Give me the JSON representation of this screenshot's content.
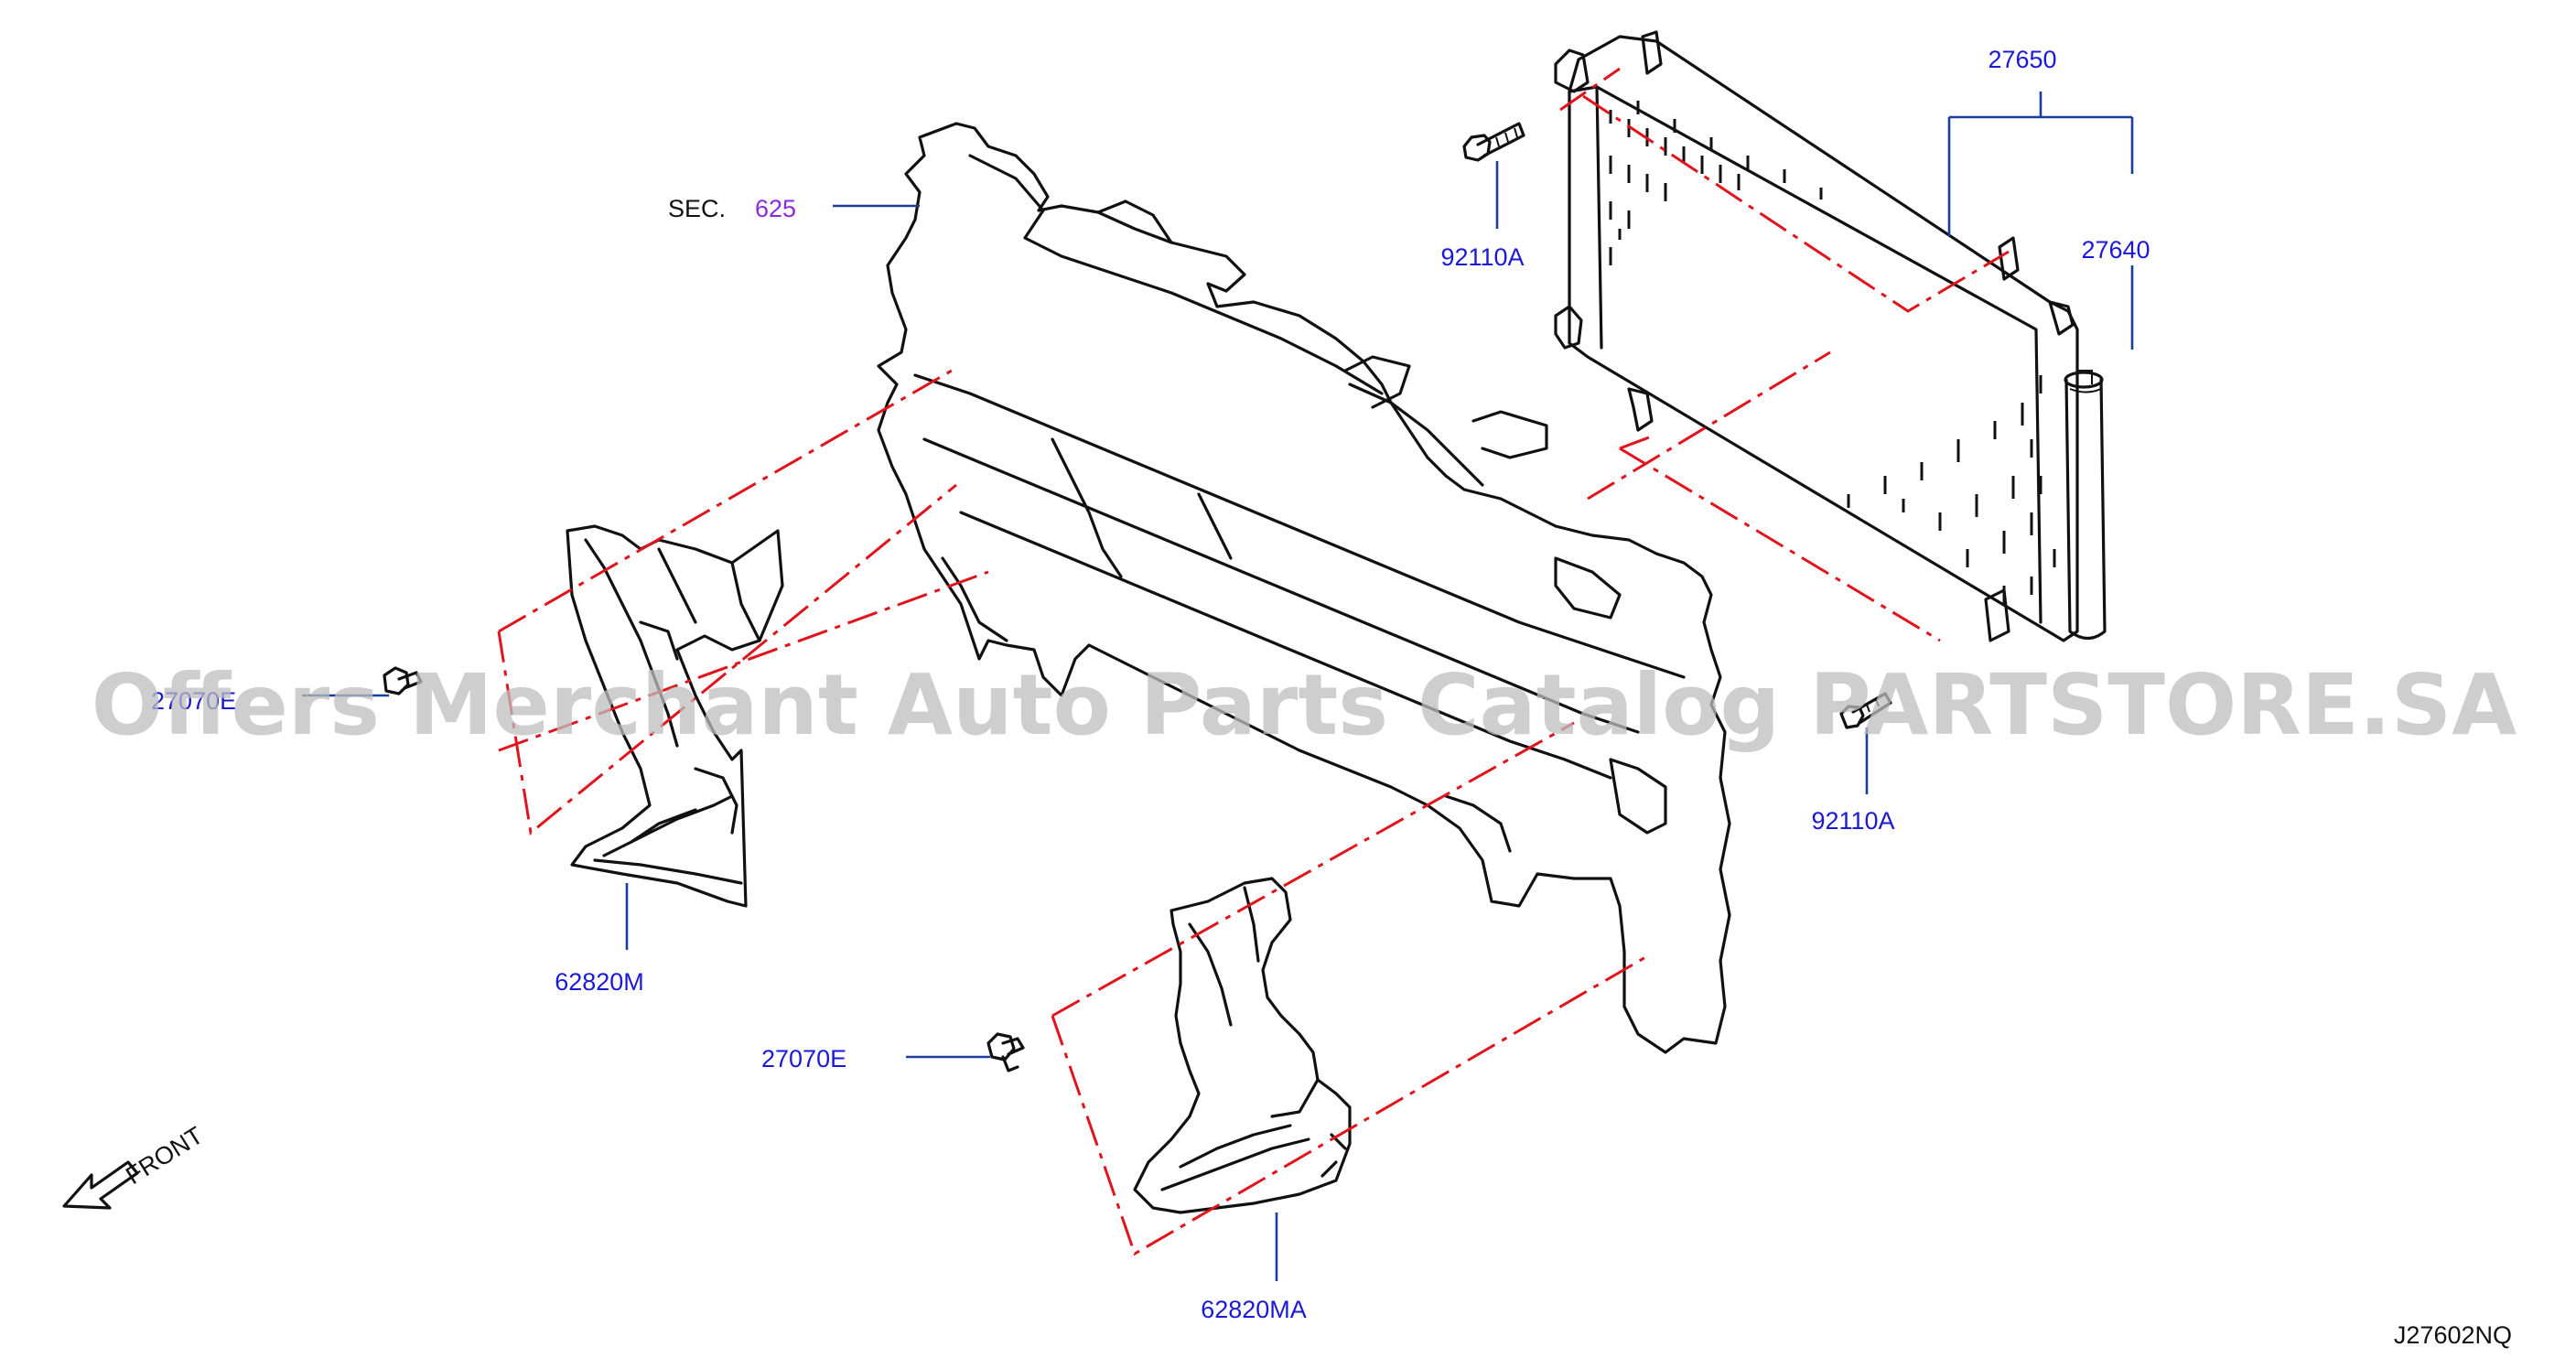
{
  "diagram_code": "J27602NQ",
  "watermark": "Offers Merchant Auto Parts Catalog PARTSTORE.SA",
  "direction": {
    "label": "FRONT"
  },
  "section_ref": {
    "prefix": "SEC.",
    "number": "625"
  },
  "callouts": {
    "condenser_assembly": "27650",
    "receiver_tank": "27640",
    "bolt_upper_left": "92110A",
    "bolt_lower_right": "92110A",
    "clip_left": "27070E",
    "clip_center": "27070E",
    "air_guide_left": "62820M",
    "air_guide_right": "62820MA"
  },
  "colors": {
    "callout": "#1a1ad6",
    "section": "#8a2be2",
    "chain_line": "#e0141c",
    "outline": "#111111"
  }
}
